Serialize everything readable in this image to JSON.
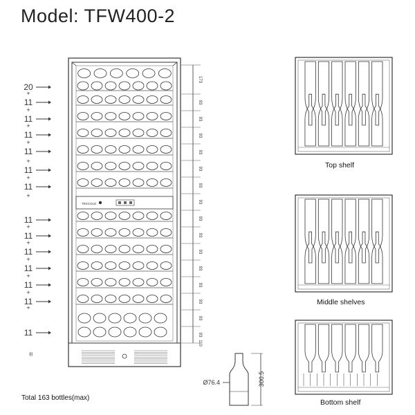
{
  "model_title": "Model: TFW400-2",
  "capacity_left": [
    {
      "n": "20",
      "plus": ""
    },
    {
      "n": "11",
      "plus": "+"
    },
    {
      "n": "11",
      "plus": "+"
    },
    {
      "n": "11",
      "plus": "+"
    },
    {
      "n": "11",
      "plus": "+"
    },
    {
      "n": "11",
      "plus": "+"
    },
    {
      "n": "11",
      "plus": "+"
    },
    {
      "n": "",
      "plus": "+"
    },
    {
      "n": "11",
      "plus": ""
    },
    {
      "n": "11",
      "plus": "+"
    },
    {
      "n": "11",
      "plus": "+"
    },
    {
      "n": "11",
      "plus": "+"
    },
    {
      "n": "11",
      "plus": "+"
    },
    {
      "n": "11",
      "plus": "+"
    },
    {
      "n": "",
      "plus": "+"
    },
    {
      "n": "11",
      "plus": ""
    }
  ],
  "equals_sign": "=",
  "dimensions_right": [
    "173",
    "93",
    "93",
    "93",
    "93",
    "93",
    "93",
    "93",
    "93",
    "93",
    "93",
    "93",
    "93",
    "93",
    "93",
    "93",
    "110"
  ],
  "brand_label": "TEKCOLD",
  "bottle_diameter": "Ø76.4",
  "bottle_height": "300.5",
  "total_label": "Total 163 bottles(max)",
  "shelves": [
    {
      "caption": "Top shelf"
    },
    {
      "caption": "Middle shelves"
    },
    {
      "caption": "Bottom shelf"
    }
  ]
}
